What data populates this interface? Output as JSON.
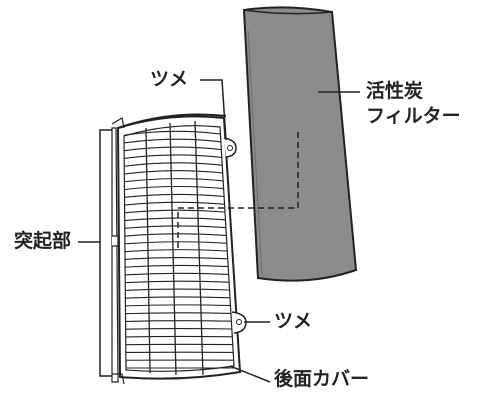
{
  "labels": {
    "claw_top": "ツメ",
    "activated_carbon_filter_line1": "活性炭",
    "activated_carbon_filter_line2": "フィルター",
    "protrusion": "突起部",
    "claw_bottom": "ツメ",
    "rear_cover": "後面カバー"
  },
  "colors": {
    "filter_fill": "#8c8c8c",
    "outline": "#222222",
    "grille_background": "#ffffff"
  }
}
